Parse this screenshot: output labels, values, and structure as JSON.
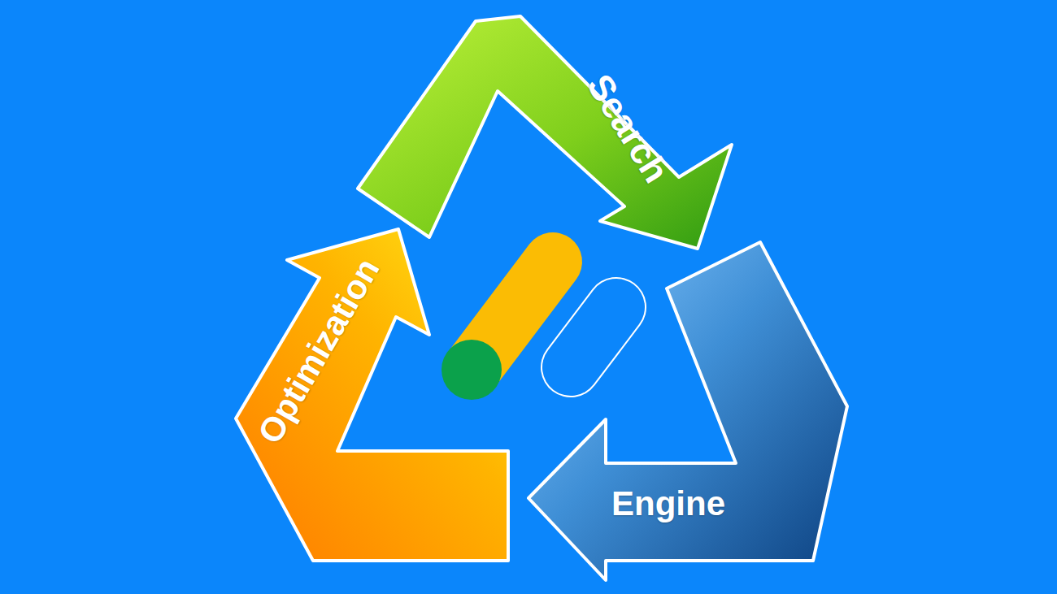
{
  "diagram": {
    "nodes": [
      {
        "text": [
          "Search"
        ]
      },
      {
        "text": [
          "Optimization"
        ]
      },
      {
        "text": [
          "Engine"
        ]
      }
    ]
  }
}
